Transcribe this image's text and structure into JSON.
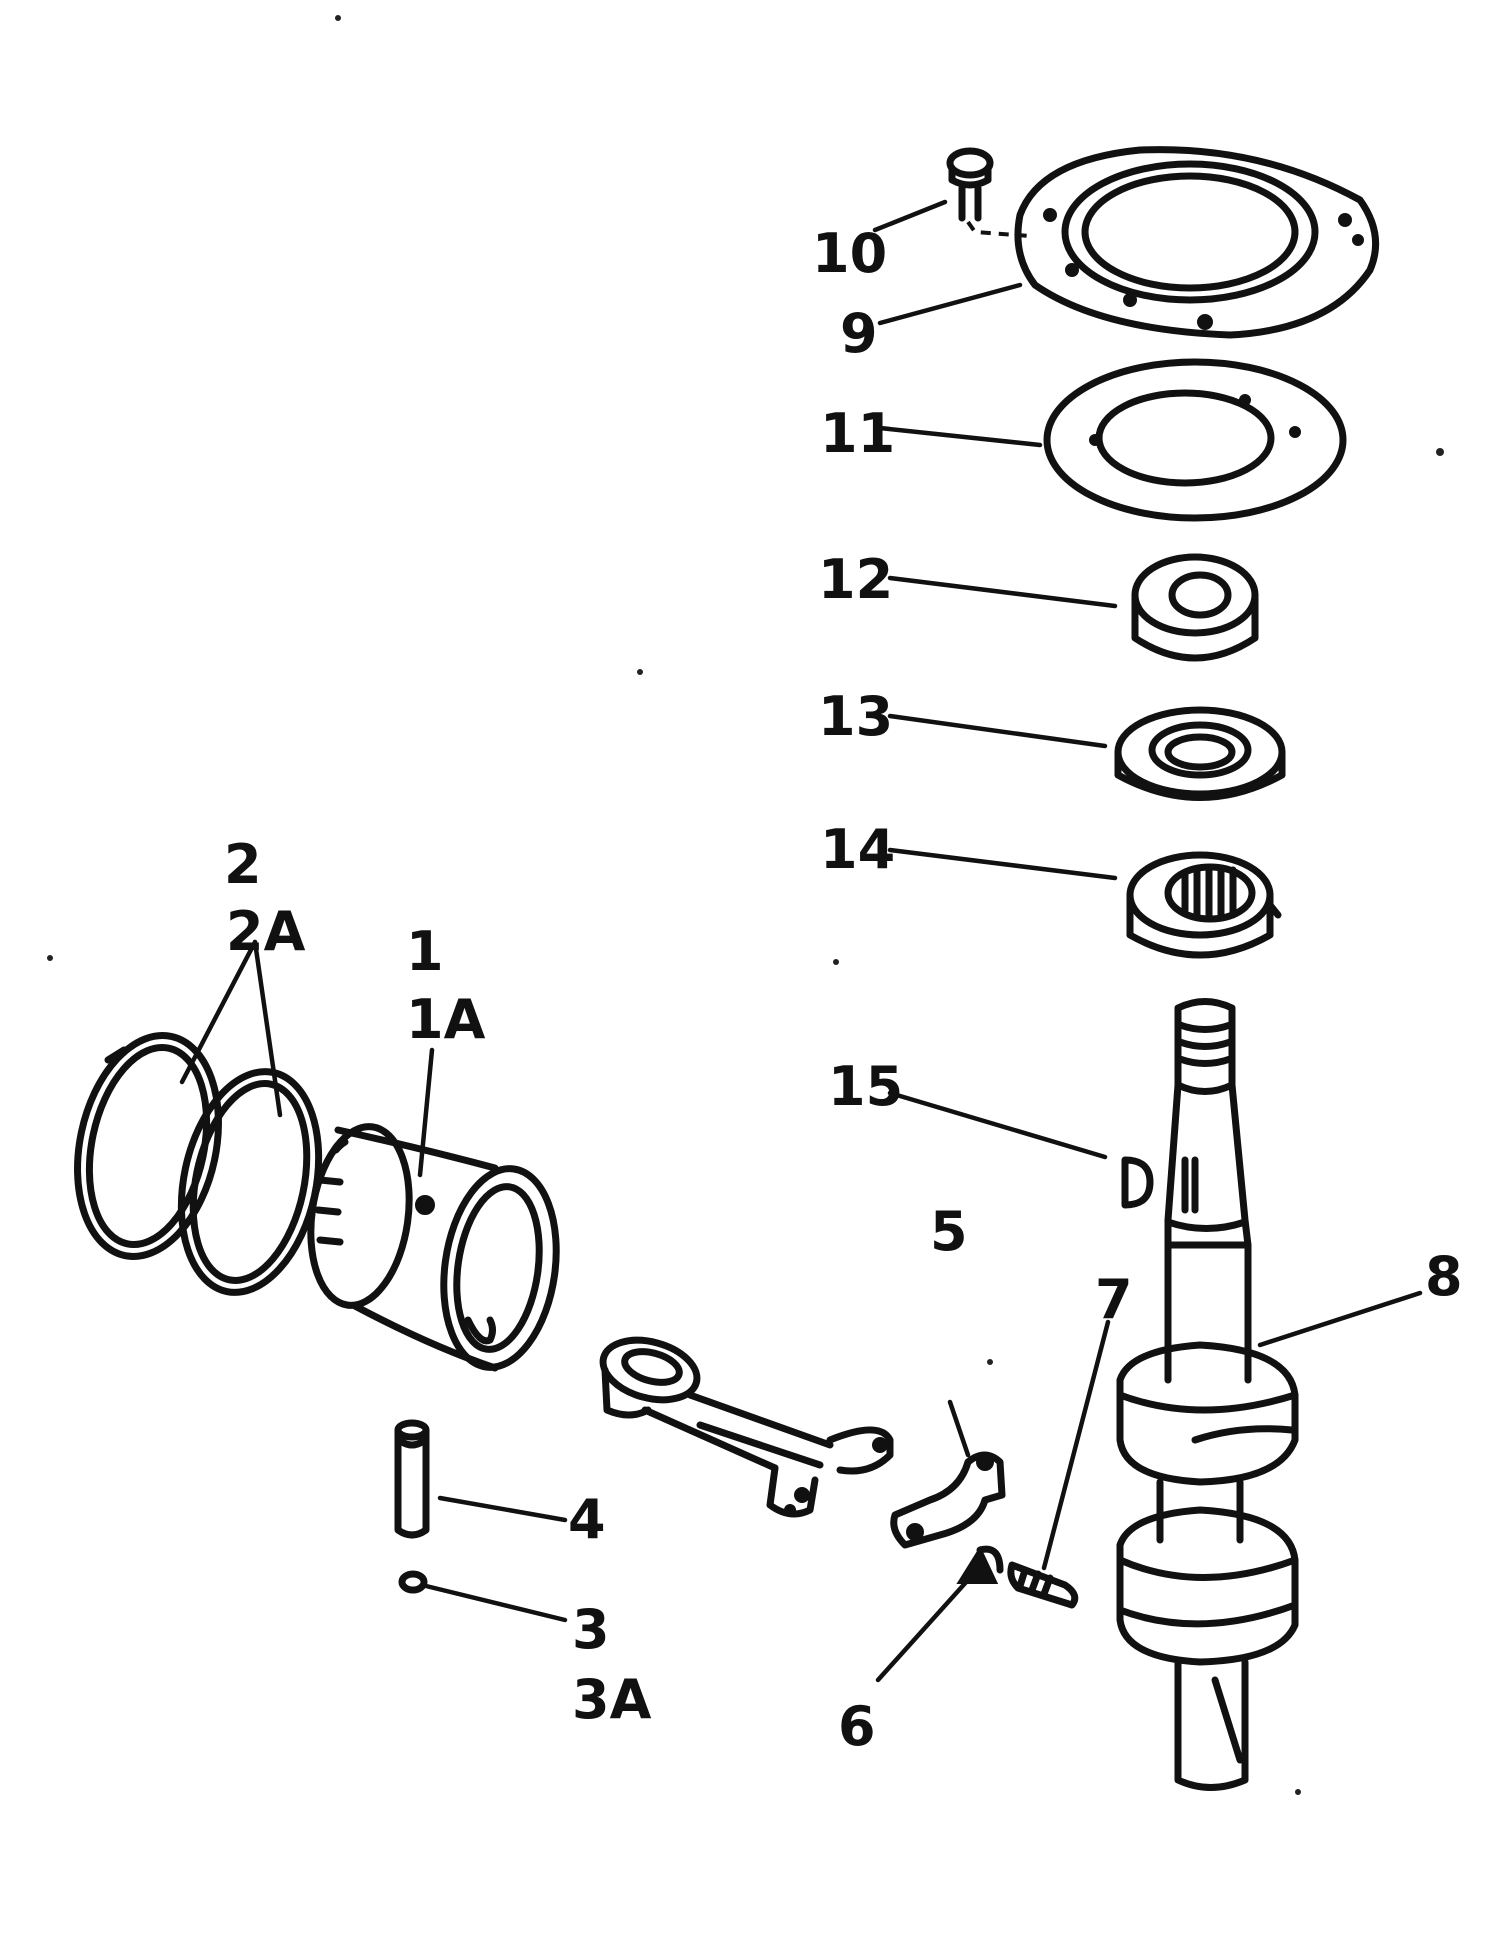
{
  "callouts": {
    "c1": "1",
    "c1a": "1A",
    "c2": "2",
    "c2a": "2A",
    "c3": "3",
    "c3a": "3A",
    "c4": "4",
    "c5": "5",
    "c6": "6",
    "c7": "7",
    "c8": "8",
    "c9": "9",
    "c10": "10",
    "c11": "11",
    "c12": "12",
    "c13": "13",
    "c14": "14",
    "c15": "15"
  }
}
